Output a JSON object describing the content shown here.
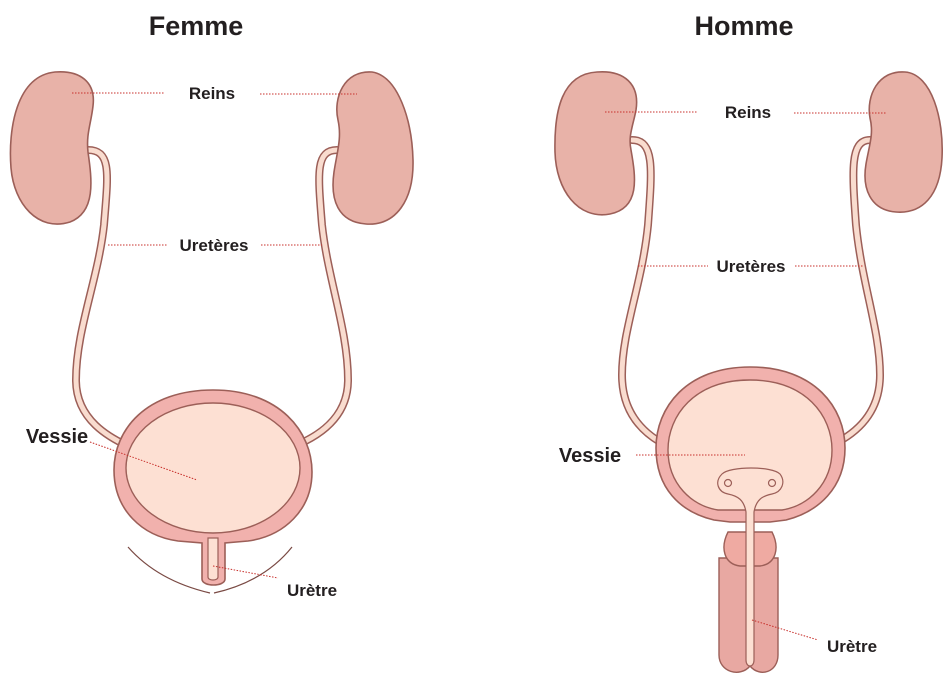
{
  "female": {
    "title": "Femme",
    "labels": {
      "kidneys": "Reins",
      "ureters": "Uretères",
      "bladder": "Vessie",
      "urethra": "Urètre"
    }
  },
  "male": {
    "title": "Homme",
    "labels": {
      "kidneys": "Reins",
      "ureters": "Uretères",
      "bladder": "Vessie",
      "urethra": "Urètre"
    }
  },
  "colors": {
    "kidney": "#e8b2a8",
    "bladder_wall": "#f1b1ad",
    "bladder_inner": "#fde0d3",
    "outline": "#9c5f58",
    "leader_line": "#c8302c",
    "text": "#231f20"
  }
}
